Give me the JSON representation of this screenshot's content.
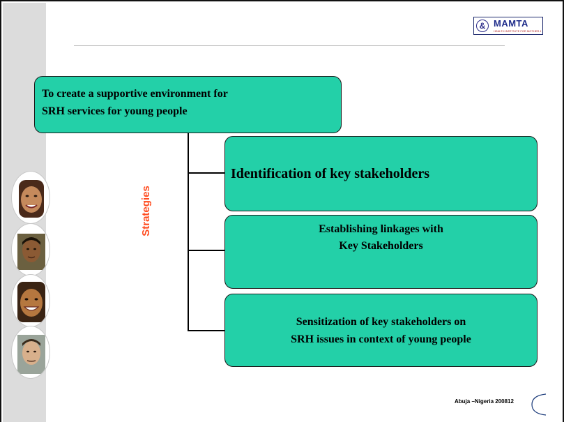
{
  "logo": {
    "name": "MAMTA",
    "symbol": "&",
    "tagline": "HEALTH INSTITUTE FOR MOTHER & CHILD"
  },
  "goal": {
    "text": "To create a supportive environment for\nSRH services for young people"
  },
  "strategies_label": "Strategies",
  "strategies": [
    {
      "text": "Identification of key stakeholders"
    },
    {
      "text": "Establishing linkages  with\nKey  Stakeholders"
    },
    {
      "text": "Sensitization of key stakeholders on\nSRH issues in context of young people"
    }
  ],
  "footer": "Abuja –Nigeria 200812",
  "colors": {
    "box_fill": "#23d0a8",
    "strategies_label": "#ff4b1f",
    "left_strip": "#dcdcdc"
  },
  "icons": [
    "face-photo-1",
    "face-photo-2",
    "face-photo-3",
    "face-photo-4"
  ]
}
